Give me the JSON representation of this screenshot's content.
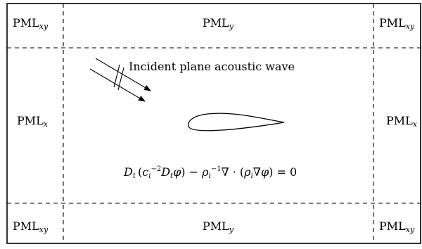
{
  "labels": {
    "pml_xy": "PML",
    "pml_xy_sub": "xy",
    "pml_y": "PML",
    "pml_y_sub": "y",
    "pml_x": "PML",
    "pml_x_sub": "x"
  },
  "annotation": {
    "incident_wave": "Incident plane acoustic wave"
  },
  "equation": {
    "text": "D_t (c_i^{-2} D_t φ) − ρ_i^{-1} ∇ · (ρ_i ∇φ) = 0",
    "D": "D",
    "t": "t",
    "c": "c",
    "i": "i",
    "neg2": "−2",
    "phi": "φ",
    "rho": "ρ",
    "neg1": "−1",
    "nabla": "∇",
    "dot": "·",
    "minus": "−",
    "equals": "= 0"
  },
  "colors": {
    "line": "#000000",
    "background": "#ffffff"
  }
}
